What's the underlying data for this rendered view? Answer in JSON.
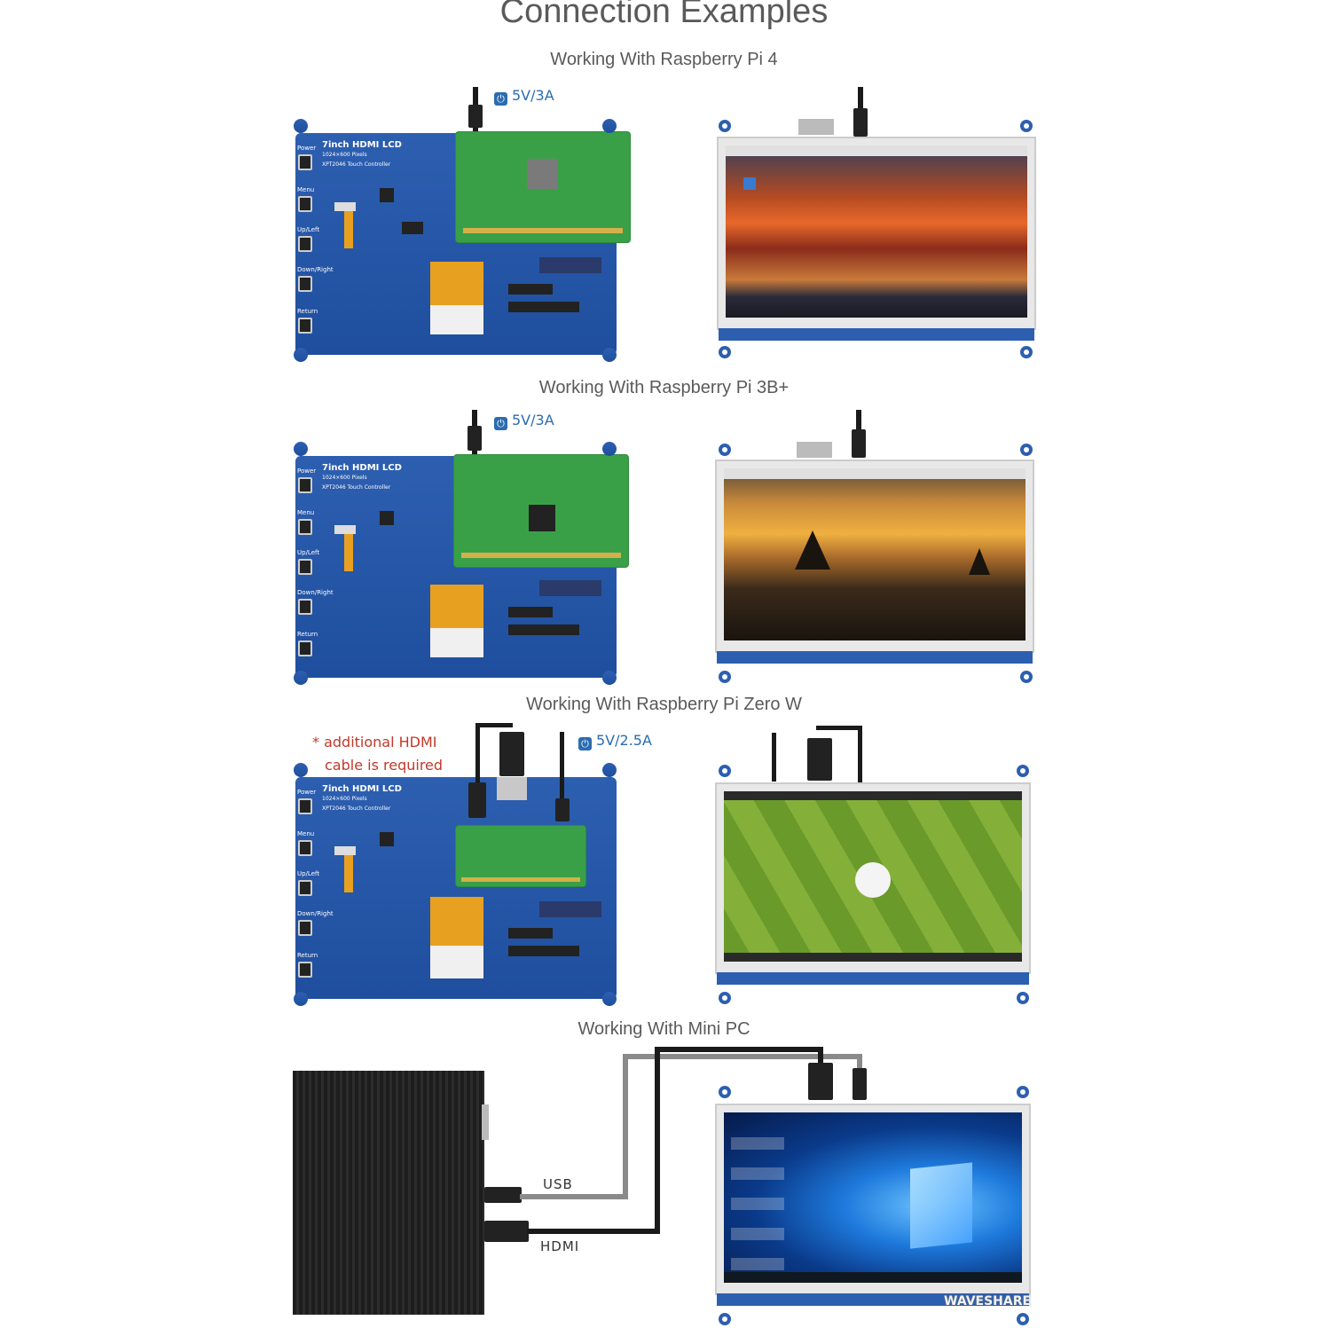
{
  "title": "Connection Examples",
  "sections": [
    {
      "caption": "Working With Raspberry Pi 4",
      "power": "5V/3A"
    },
    {
      "caption": "Working With Raspberry Pi 3B+",
      "power": "5V/3A"
    },
    {
      "caption": "Working With Raspberry Pi Zero W",
      "power": "5V/2.5A",
      "note_line1": "* additional HDMI",
      "note_line2": "cable is required"
    },
    {
      "caption": "Working With Mini PC",
      "usb_label": "USB",
      "hdmi_label": "HDMI"
    }
  ],
  "board": {
    "title": "7inch HDMI LCD",
    "line2": "1024×600 Pixels",
    "line3": "XPT2046 Touch Controller",
    "buttons": [
      "Power",
      "Menu",
      "Up/Left",
      "Down/Right",
      "Return"
    ]
  },
  "watermark": "WAVESHARE",
  "colors": {
    "board_blue": "#1f4e9e",
    "power_blue": "#2b6cb0",
    "note_red": "#c0392b",
    "pcb_green": "#3aa048"
  }
}
